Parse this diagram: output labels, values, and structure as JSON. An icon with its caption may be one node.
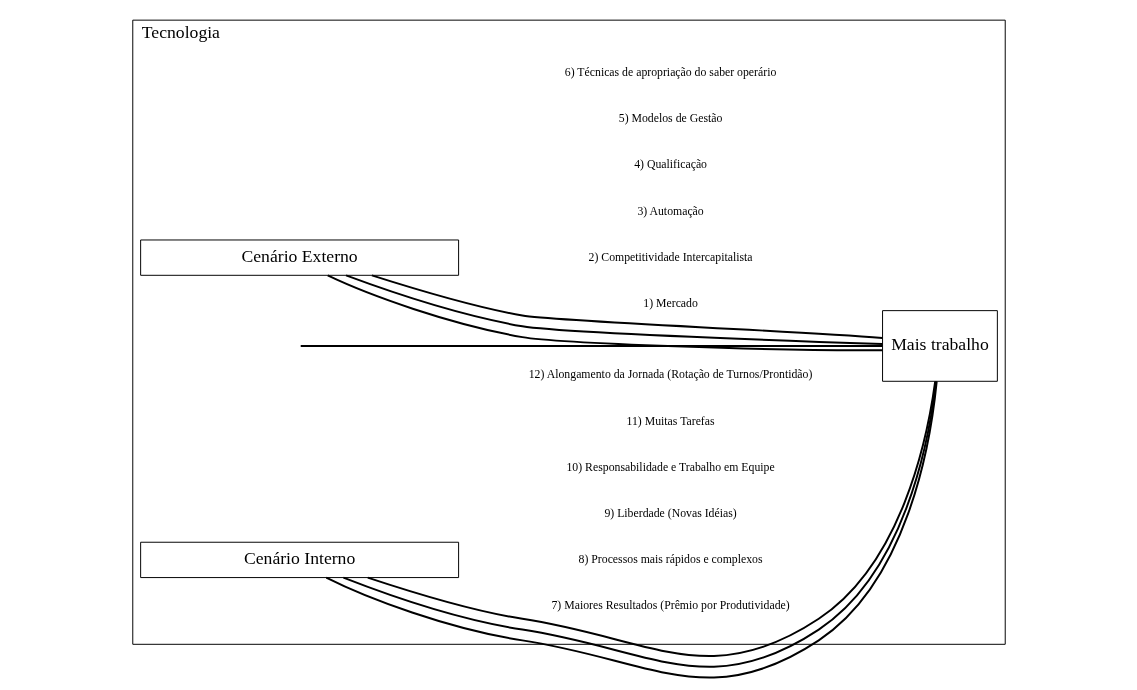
{
  "diagram": {
    "nodes": [
      {
        "text": [
          "Tecnologia"
        ]
      },
      {
        "text": [
          "Cenário Externo"
        ],
        "in": 0
      },
      {
        "text": [
          "Cenário Interno"
        ],
        "in": 0
      },
      {
        "text": [
          "Mais trabalho"
        ],
        "in": 0
      },
      {
        "text": [
          "1) Mercado"
        ],
        "in": 0
      },
      {
        "text": [
          "2) Competitividade Intercapitalista"
        ],
        "in": 0
      },
      {
        "text": [
          "3) Automação"
        ],
        "in": 0
      },
      {
        "text": [
          "4) Qualificação"
        ],
        "in": 0
      },
      {
        "text": [
          "5) Modelos de Gestão"
        ],
        "in": 0
      },
      {
        "text": [
          "6) Técnicas de apropriação do saber operário"
        ],
        "in": 0
      },
      {
        "text": [
          "7) Maiores Resultados (Prêmio por Produtividade)"
        ],
        "in": 0
      },
      {
        "text": [
          "8) Processos mais rápidos e complexos"
        ],
        "in": 0
      },
      {
        "text": [
          "9) Liberdade (Novas Idéias)"
        ],
        "in": 0
      },
      {
        "text": [
          "10) Responsabilidade e Trabalho em Equipe"
        ],
        "in": 0
      },
      {
        "text": [
          "11) Muitas Tarefas"
        ],
        "in": 0
      },
      {
        "text": [
          "12) Alongamento da Jornada (Rotação de Turnos/Prontidão)"
        ],
        "in": 0
      }
    ],
    "edges": [
      {
        "from": 1,
        "to": 3,
        "arrow": "none"
      },
      {
        "from": 1,
        "to": 3,
        "arrow": "none"
      },
      {
        "from": 1,
        "to": 3,
        "arrow": "none"
      },
      {
        "from": 2,
        "to": 3,
        "arrow": "none"
      },
      {
        "from": 2,
        "to": 3,
        "arrow": "none"
      },
      {
        "from": 2,
        "to": 3,
        "arrow": "none"
      },
      {
        "from": null,
        "to": 3,
        "arrow": "none"
      }
    ]
  }
}
